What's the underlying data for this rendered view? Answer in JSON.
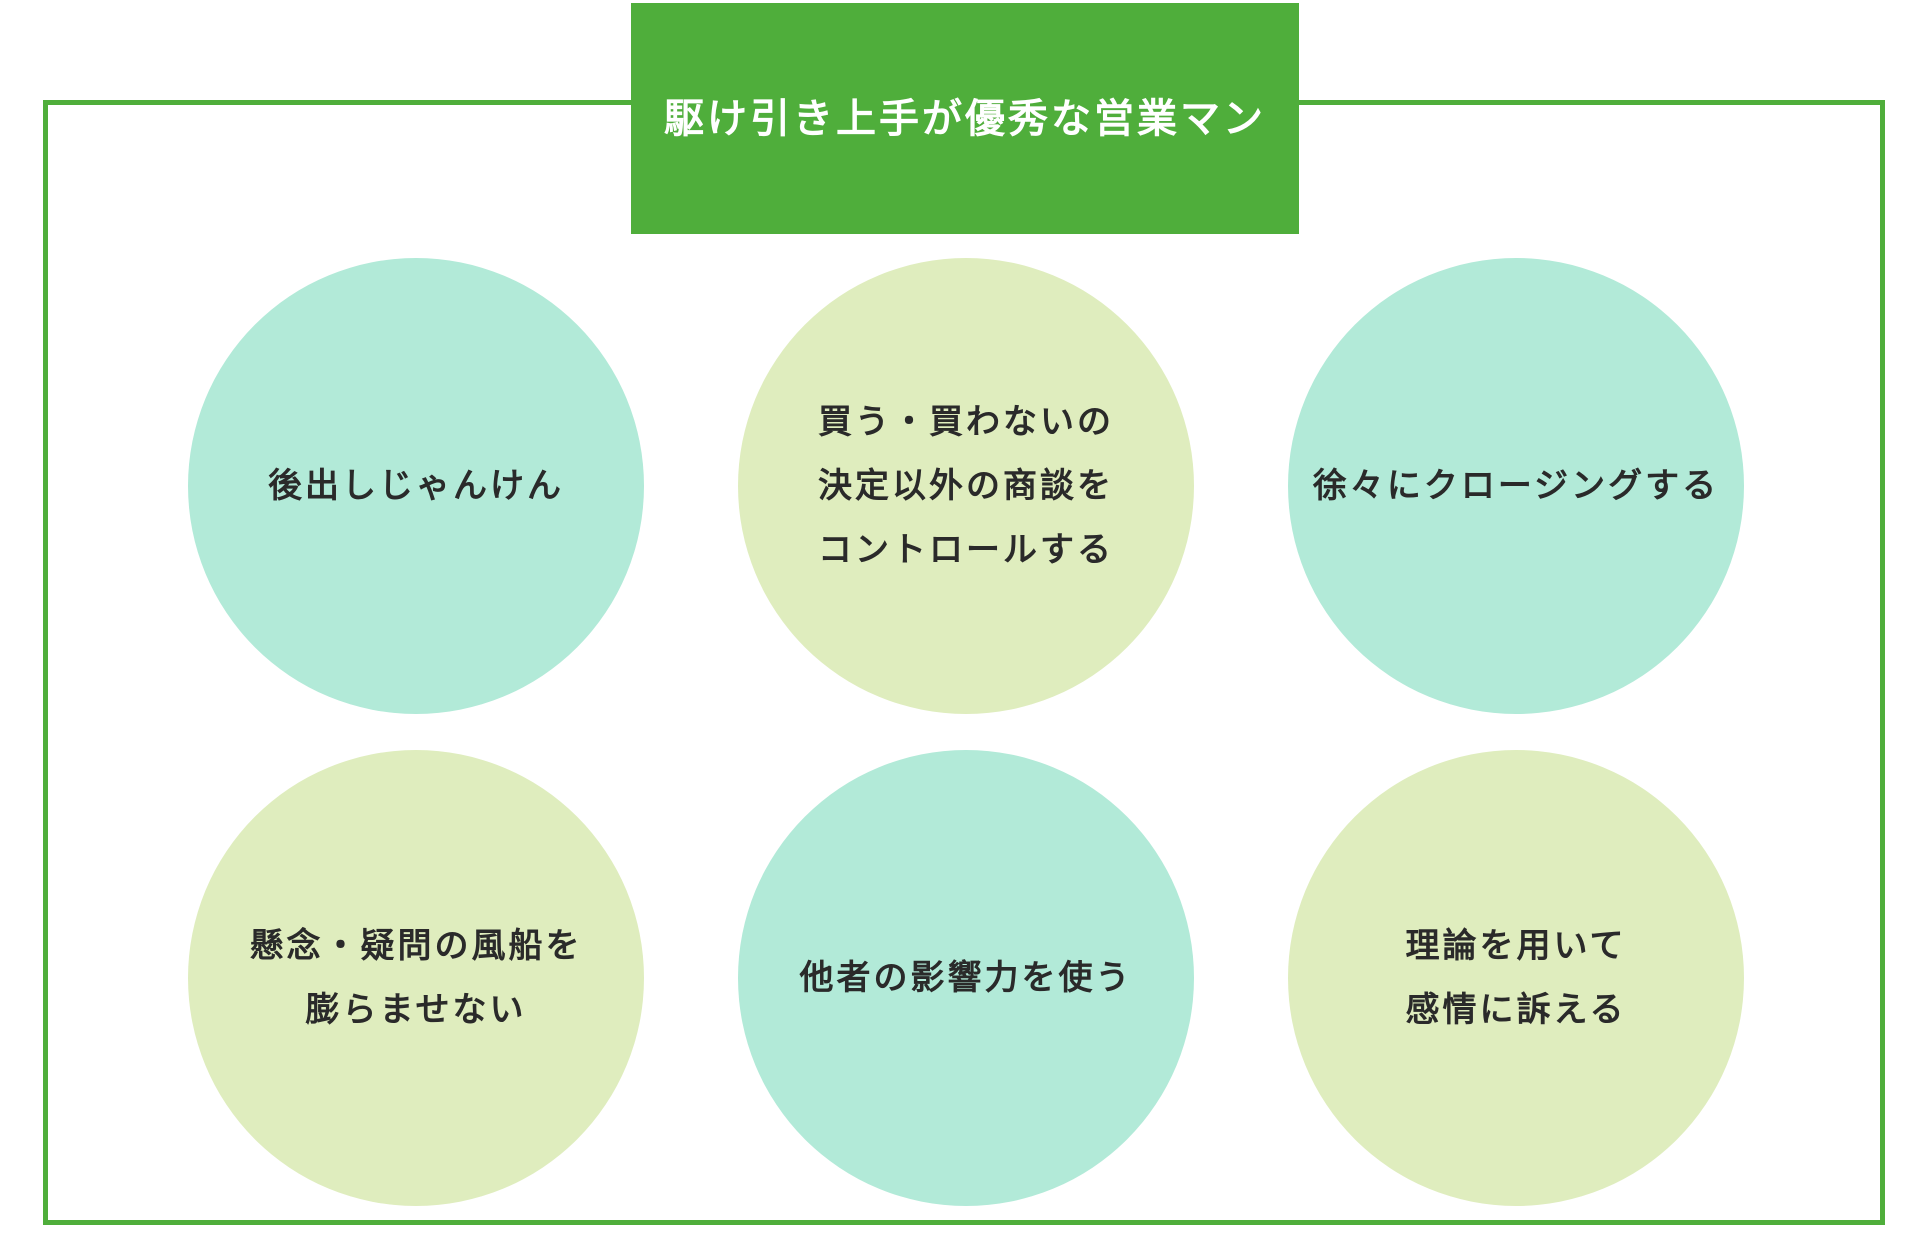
{
  "colors": {
    "accent_green": "#4fae3b",
    "circle_teal": "#b2ead8",
    "circle_lime": "#dfedbe",
    "text": "#2a2a2a"
  },
  "title": "駆け引き上手が優秀な営業マン",
  "circles": [
    {
      "lines": [
        "後出しじゃんけん"
      ]
    },
    {
      "lines": [
        "買う・買わないの",
        "決定以外の商談を",
        "コントロールする"
      ]
    },
    {
      "lines": [
        "徐々にクロージングする"
      ]
    },
    {
      "lines": [
        "懸念・疑問の風船を",
        "膨らませない"
      ]
    },
    {
      "lines": [
        "他者の影響力を使う"
      ]
    },
    {
      "lines": [
        "理論を用いて",
        "感情に訴える"
      ]
    }
  ]
}
